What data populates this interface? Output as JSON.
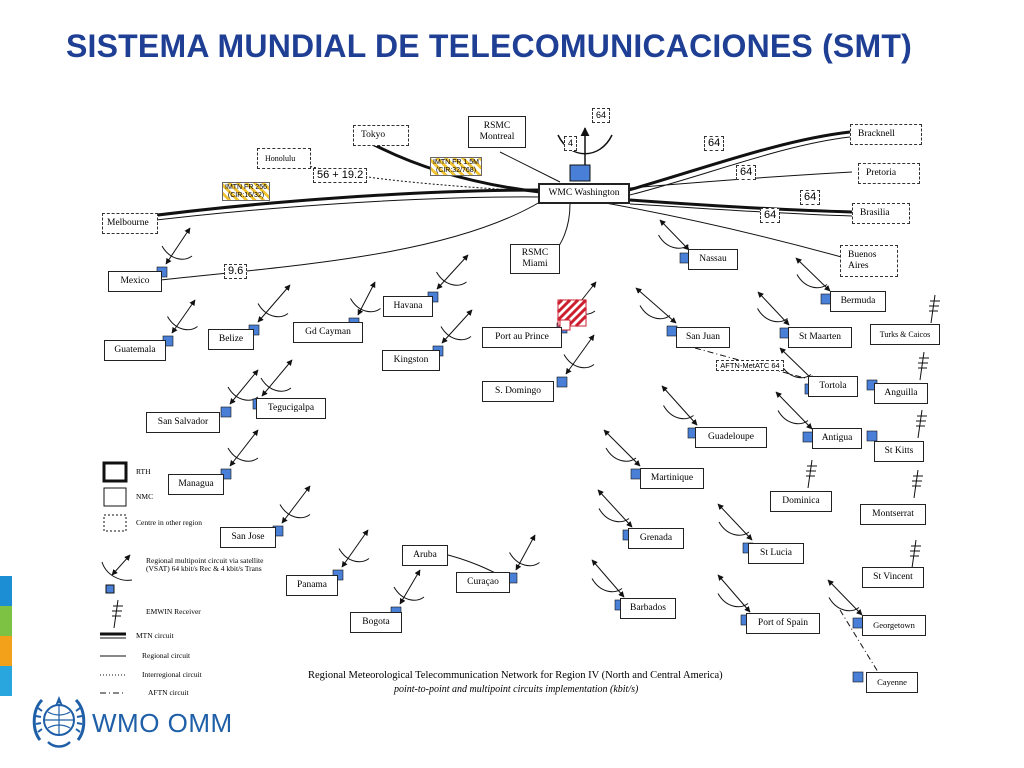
{
  "title": "SISTEMA MUNDIAL DE TELECOMUNICACIONES (SMT)",
  "hub": "WMC Washington",
  "rsmc": {
    "montreal": "RSMC Montreal",
    "miami": "RSMC Miami"
  },
  "external": {
    "tokyo": "Tokyo",
    "honolulu": "Honolulu",
    "melbourne": "Melbourne",
    "bracknell": "Bracknell",
    "pretoria": "Pretoria",
    "brasilia": "Brasilia",
    "buenos_aires": "Buenos Aires"
  },
  "nodes": {
    "mexico": "Mexico",
    "guatemala": "Guatemala",
    "belize": "Belize",
    "gd_cayman": "Gd Cayman",
    "havana": "Havana",
    "kingston": "Kingston",
    "port_au_prince": "Port au Prince",
    "s_domingo": "S. Domingo",
    "nassau": "Nassau",
    "san_juan": "San Juan",
    "st_maarten": "St Maarten",
    "bermuda": "Bermuda",
    "turks_caicos": "Turks & Caicos",
    "tortola": "Tortola",
    "anguilla": "Anguilla",
    "antigua": "Antigua",
    "st_kitts": "St Kitts",
    "guadeloupe": "Guadeloupe",
    "martinique": "Martinique",
    "dominica": "Dominica",
    "montserrat": "Montserrat",
    "grenada": "Grenada",
    "st_lucia": "St Lucia",
    "st_vincent": "St Vincent",
    "barbados": "Barbados",
    "port_of_spain": "Port of Spain",
    "georgetown": "Georgetown",
    "cayenne": "Cayenne",
    "san_salvador": "San Salvador",
    "tegucigalpa": "Tegucigalpa",
    "managua": "Managua",
    "san_jose": "San Jose",
    "panama": "Panama",
    "bogota": "Bogota",
    "aruba": "Aruba",
    "curacao": "Curaçao"
  },
  "badges": {
    "top64": "64",
    "sat4": "4",
    "b64a": "64",
    "b64b": "64",
    "b64c": "64",
    "b64d": "64",
    "b56": "56 + 19.2",
    "b96": "9.6",
    "aftn": "AFTN-MetATC 64"
  },
  "hatched": {
    "imtn1": "IMTN FR 256 (CIR:16/32)",
    "imtn2": "IMTN FR 1.5M (CIR:32/768)"
  },
  "legend": {
    "rth": "RTH",
    "nmc": "NMC",
    "other_region": "Centre in other region",
    "vsat": "Regional multipoint circuit via satellite (VSAT) 64 kbit/s Rec & 4 kbit/s Trans",
    "emwin": "EMWIN Receiver",
    "mtn": "MTN circuit",
    "regional": "Regional circuit",
    "interregional": "Interregional circuit",
    "aftn": "AFTN circuit"
  },
  "caption": {
    "line1": "Regional Meteorological Telecommunication Network for Region IV (North and Central America)",
    "line2": "point-to-point and multipoint circuits implementation (kbit/s)"
  },
  "logo": "WMO OMM",
  "colors": {
    "title": "#1f3f95",
    "node_square": "#4a7fd8",
    "accent_red": "#cc1f2f",
    "hatch_yellow": "#f1c232",
    "bar": [
      "#1c8fd4",
      "#2aa6de",
      "#7dc243",
      "#f3a11b",
      "#f6c21a"
    ]
  }
}
